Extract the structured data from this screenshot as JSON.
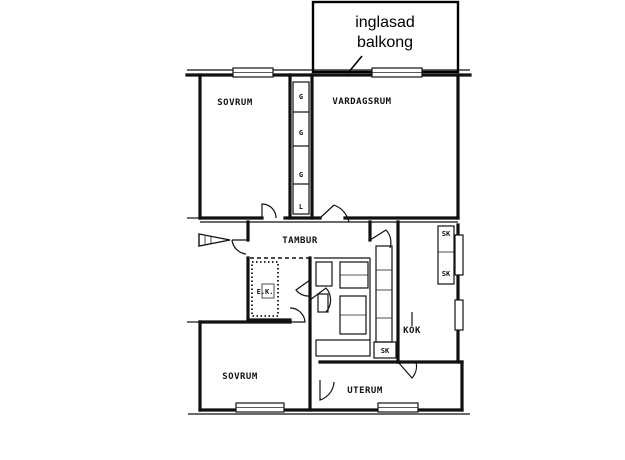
{
  "balcony": {
    "line1": "inglasad",
    "line2": "balkong"
  },
  "rooms": {
    "bedroom_top": "SOVRUM",
    "living_room": "VARDAGSRUM",
    "hall": "TAMBUR",
    "bedroom_bottom": "SOVRUM",
    "kitchen": "KOK",
    "laundry": "UTERUM"
  },
  "closets": [
    "G",
    "G",
    "G",
    "L"
  ],
  "fixtures": {
    "wc": "E.K.",
    "kitchen_storage": "SK",
    "kitchen_shelf_1": "SK",
    "kitchen_shelf_2": "SK"
  }
}
